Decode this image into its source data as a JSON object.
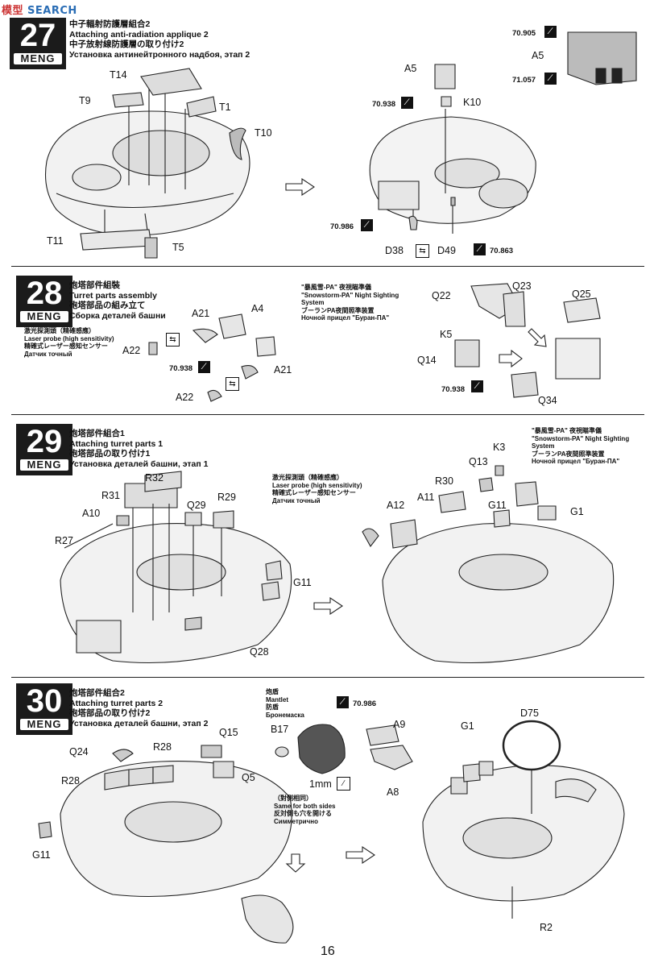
{
  "watermark": {
    "left": "模型",
    "right": "SEARCH"
  },
  "page_number": "16",
  "brand": "MENG",
  "steps": [
    {
      "number": "27",
      "title_cn": "中子輻射防護層組合2",
      "title_en": "Attaching anti-radiation applique 2",
      "title_jp": "中子放射線防護層の取り付け2",
      "title_ru": "Установка антинейтронного надбоя, этап 2",
      "labels": {
        "t14": "T14",
        "t9": "T9",
        "t1": "T1",
        "t10": "T10",
        "t11": "T11",
        "t5": "T5",
        "a5": "A5",
        "k10": "K10",
        "d38": "D38",
        "d49": "D49",
        "a5b": "A5"
      },
      "codes": {
        "c1": "70.938",
        "c2": "70.986",
        "c3": "70.863",
        "c4": "70.905",
        "c5": "71.057"
      }
    },
    {
      "number": "28",
      "title_cn": "炮塔部件組裝",
      "title_en": "Turret parts assembly",
      "title_jp": "砲塔部品の組み立て",
      "title_ru": "Сборка деталей башни",
      "laser": {
        "cn": "激光探測頭（精確感應）",
        "en": "Laser probe (high sensitivity)",
        "jp": "精確式レーザー感知センサー",
        "ru": "Датчик точный"
      },
      "night": {
        "cn": "\"暴風雪-PA\" 夜視瞄準儀",
        "en": "\"Snowstorm-PA\" Night Sighting",
        "en2": "System",
        "jp": "ブーランPA夜間照準装置",
        "ru": "Ночной прицел \"Буран-ПА\""
      },
      "labels": {
        "a21": "A21",
        "a4": "A4",
        "a22": "A22",
        "a21b": "A21",
        "a22b": "A22",
        "q22": "Q22",
        "q23": "Q23",
        "q25": "Q25",
        "k5": "K5",
        "q14": "Q14",
        "q34": "Q34"
      },
      "codes": {
        "c1": "70.938",
        "c2": "70.938"
      }
    },
    {
      "number": "29",
      "title_cn": "炮塔部件組合1",
      "title_en": "Attaching turret parts 1",
      "title_jp": "砲塔部品の取り付け1",
      "title_ru": "Установка деталей башни, этап 1",
      "laser": {
        "cn": "激光探測頭（精確感應）",
        "en": "Laser probe (high sensitivity)",
        "jp": "精確式レーザー感知センサー",
        "ru": "Датчик точный"
      },
      "night": {
        "cn": "\"暴風雪-PA\" 夜視瞄準儀",
        "en": "\"Snowstorm-PA\" Night Sighting",
        "en2": "System",
        "jp": "ブーランPA夜間照準装置",
        "ru": "Ночной прицел \"Буран-ПА\""
      },
      "labels": {
        "r32": "R32",
        "r31": "R31",
        "r29": "R29",
        "a10": "A10",
        "q29": "Q29",
        "r27": "R27",
        "g11": "G11",
        "q28": "Q28",
        "r30": "R30",
        "a11": "A11",
        "a12": "A12",
        "q13": "Q13",
        "k3": "K3",
        "g11b": "G11",
        "g1": "G1"
      }
    },
    {
      "number": "30",
      "title_cn": "炮塔部件組合2",
      "title_en": "Attaching turret parts 2",
      "title_jp": "砲塔部品の取り付け2",
      "title_ru": "Установка деталей башни, этап 2",
      "mantlet": {
        "cn": "炮盾",
        "en": "Mantlet",
        "jp": "防盾",
        "ru": "Бронемаска"
      },
      "same": {
        "cn": "（對側相同）",
        "en": "Same for both sides",
        "jp": "反対側も穴を開ける",
        "ru": "Симметрично"
      },
      "labels": {
        "q24": "Q24",
        "r28": "R28",
        "r28b": "R28",
        "q15": "Q15",
        "q5": "Q5",
        "g11": "G11",
        "b17": "B17",
        "a9": "A9",
        "a8": "A8",
        "mm": "1mm",
        "d75": "D75",
        "g1": "G1",
        "r2": "R2"
      },
      "codes": {
        "c1": "70.986"
      }
    }
  ]
}
